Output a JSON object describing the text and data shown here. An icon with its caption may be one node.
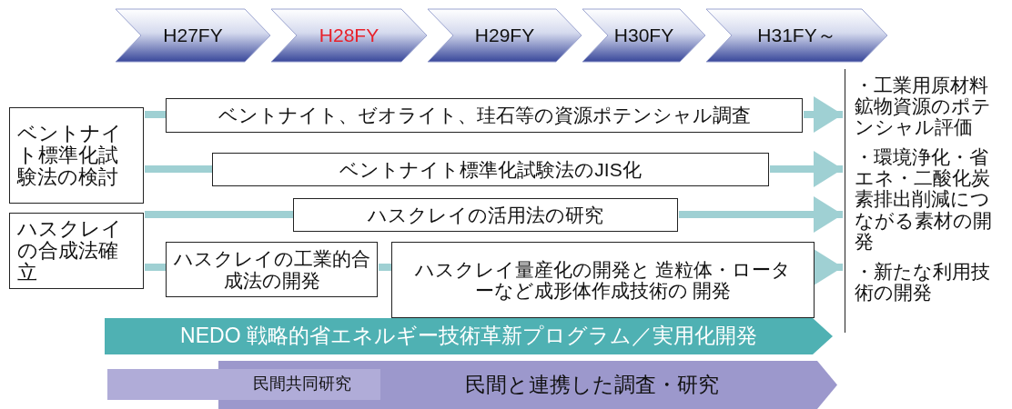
{
  "diagram": {
    "nodes": [
      {
        "text": [
          "H27FY"
        ]
      },
      {
        "text": [
          "H28FY"
        ]
      },
      {
        "text": [
          "H29FY"
        ]
      },
      {
        "text": [
          "H30FY"
        ]
      },
      {
        "text": [
          "H31FY～"
        ]
      },
      {
        "text": [
          "ベントナイト標準化試験法の検討"
        ]
      },
      {
        "text": [
          "ハスクレイの合成法確立"
        ]
      },
      {
        "text": [
          "ベントナイト、ゼオライト、珪石等の資源ポテンシャル調査"
        ]
      },
      {
        "text": [
          "ベントナイト標準化試験法のJIS化"
        ]
      },
      {
        "text": [
          "ハスクレイの活用法の研究"
        ]
      },
      {
        "text": [
          "ハスクレイの工業的合成法の開発"
        ]
      },
      {
        "text": [
          "ハスクレイ量産化の開発と 造粒体・ローターなど成形体作成技術の 開発"
        ]
      },
      {
        "text": [
          "・工業用原材料鉱物資源のポテンシャル評価",
          "・環境浄化・省エネ・二酸化炭素排出削減につながる素材の開発",
          "・新たな利用技術の開発"
        ]
      },
      {
        "text": [
          "NEDO 戦略的省エネルギー技術革新プログラム／実用化開発"
        ]
      },
      {
        "text": [
          "民間共同研究"
        ]
      },
      {
        "text": [
          "民間と連携した調査・研究"
        ]
      }
    ],
    "edges": [
      {
        "from": 5,
        "to": 7,
        "arrow": "none"
      },
      {
        "from": 7,
        "to": 12,
        "arrow": "to"
      },
      {
        "from": 5,
        "to": 8,
        "arrow": "none"
      },
      {
        "from": 8,
        "to": 12,
        "arrow": "to"
      },
      {
        "from": 6,
        "to": 9,
        "arrow": "none"
      },
      {
        "from": 9,
        "to": 12,
        "arrow": "to"
      },
      {
        "from": 6,
        "to": 10,
        "arrow": "none"
      },
      {
        "from": 10,
        "to": 11,
        "arrow": "none"
      },
      {
        "from": 11,
        "to": 12,
        "arrow": "to"
      }
    ]
  }
}
